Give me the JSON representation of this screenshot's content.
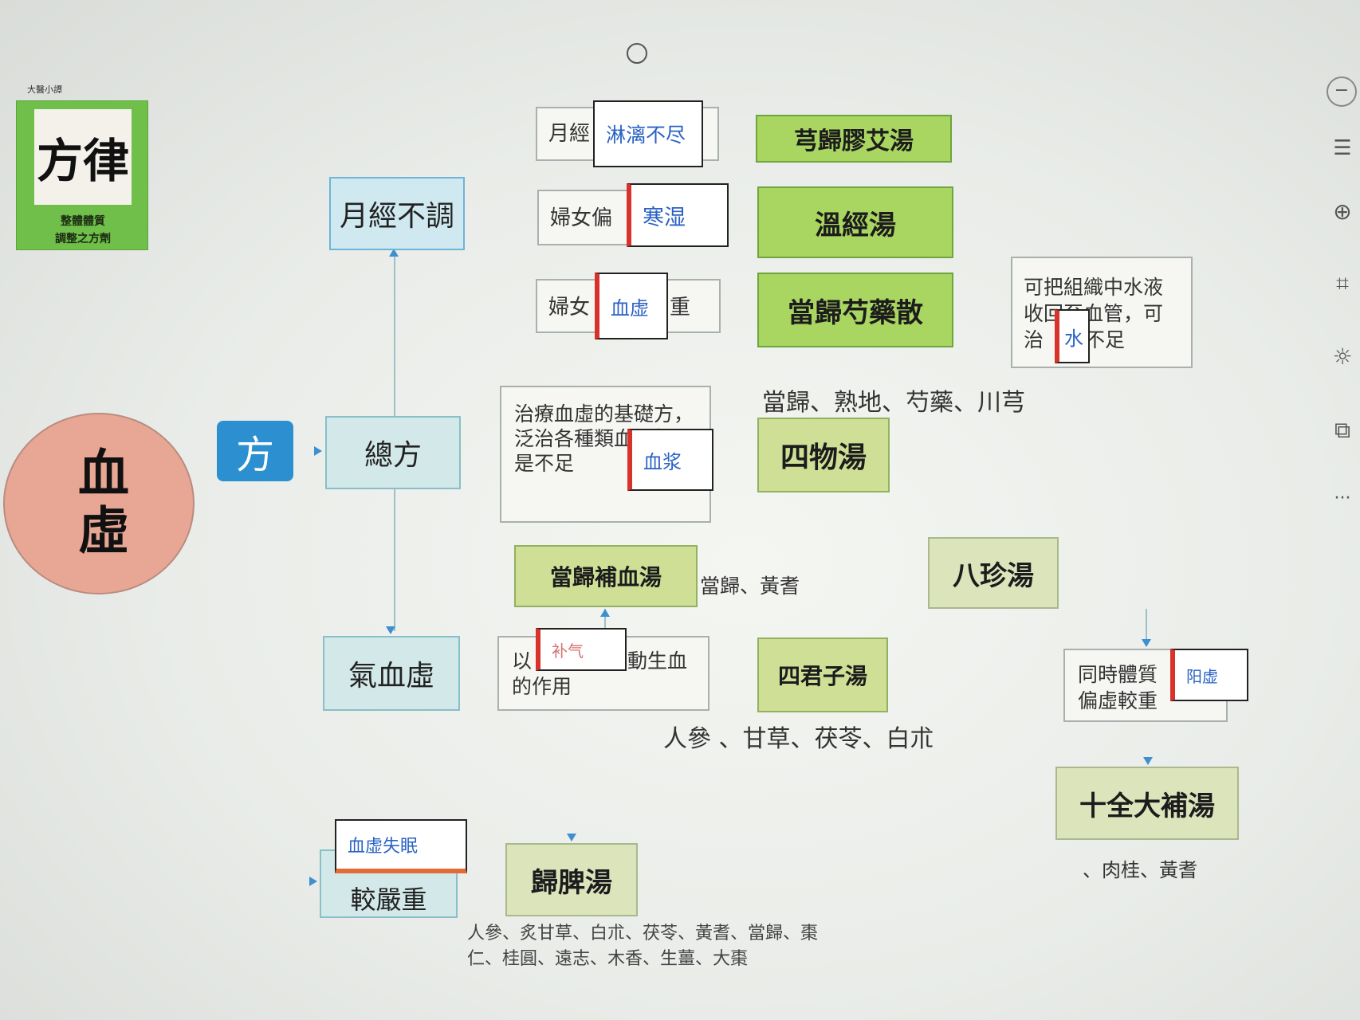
{
  "logo": {
    "caption": "大醫小譚",
    "calligraphy": "方律",
    "sub_line1": "整體體質",
    "sub_line2": "調整之方劑"
  },
  "topic": "血虛",
  "fang_tag": "方",
  "categories": {
    "menstrual": "月經不調",
    "general": "總方",
    "qixue": "氣血虛",
    "severe": "較嚴重"
  },
  "notes": {
    "note1_prefix": "月經",
    "note2_prefix": "婦女偏",
    "note3_prefix": "婦女",
    "note3_suffix": "重",
    "general": "治療血虛的基礎方，泛治各種類血，特別是不足",
    "qixue_prefix": "以",
    "qixue_suffix": "動生血",
    "qixue_line2": "的作用",
    "water_line1": "可把組織中水液",
    "water_line2": "收回至血管，可",
    "water_line3_prefix": "治",
    "water_line3_suffix": "不足",
    "yang_line1": "同時體質",
    "yang_line2": "偏虛較重"
  },
  "popups": {
    "p1": "淋漓不尽",
    "p2": "寒湿",
    "p3": "血虚",
    "general": "血浆",
    "qixue": "补气",
    "water": "水",
    "yang": "阳虚",
    "severe": "血虚失眠"
  },
  "formulas": {
    "jiaoai": "芎歸膠艾湯",
    "wenjing": "溫經湯",
    "danggui": "當歸芍藥散",
    "siwu": "四物湯",
    "buxue": "當歸補血湯",
    "bazhen": "八珍湯",
    "sijunzi": "四君子湯",
    "shiquan": "十全大補湯",
    "guipi": "歸脾湯"
  },
  "herbs": {
    "siwu": "當歸、熟地、芍藥、川芎",
    "buxue": "當歸、黃耆",
    "sijunzi": "人參 、甘草、茯苓、白朮",
    "shiquan": "、肉桂、黃耆",
    "guipi": "人參、炙甘草、白朮、茯苓、黃耆、當歸、棗仁、桂圓、遠志、木香、生薑、大棗"
  },
  "toolbar": {
    "minus": "−",
    "more": "···"
  },
  "colors": {
    "topic_fill": "#e8a694",
    "fang_fill": "#2b8fd0",
    "category_fill": "#d3e8e8",
    "formula_green": "#a9d561",
    "formula_light": "#dce4bc",
    "highlight_red": "#d8332a"
  }
}
